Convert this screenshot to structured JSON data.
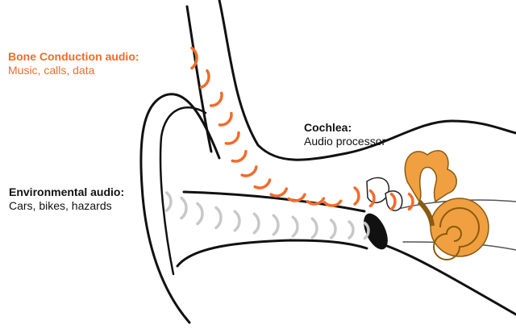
{
  "labels": {
    "bone": {
      "title": "Bone Conduction audio:",
      "subtitle": "Music, calls, data"
    },
    "cochlea": {
      "title": "Cochlea:",
      "subtitle": "Audio processor"
    },
    "environmental": {
      "title": "Environmental audio:",
      "subtitle": "Cars, bikes, hazards"
    }
  },
  "colors": {
    "bone": "#f26b2a",
    "cochlea": "#f0a040",
    "environmental": "#c8c8c8",
    "outline": "#111111"
  }
}
